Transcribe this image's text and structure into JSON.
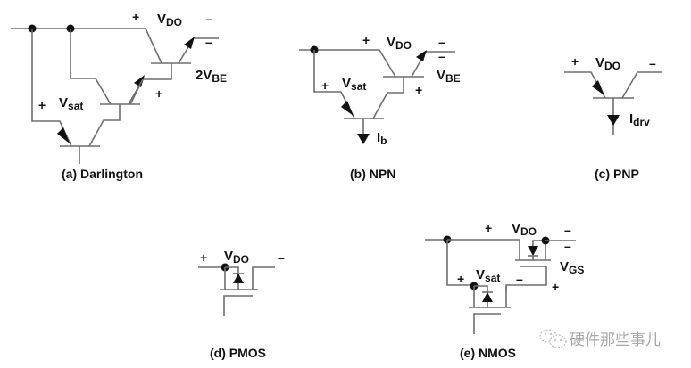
{
  "figure": {
    "panels": [
      {
        "id": "a",
        "caption": "(a) Darlington",
        "labels": {
          "vdo_main": "V",
          "vdo_sub": "DO",
          "vsat_main": "V",
          "vsat_sub": "sat",
          "vbe_prefix": "2V",
          "vbe_sub": "BE",
          "plus": "+",
          "minus": "–"
        }
      },
      {
        "id": "b",
        "caption": "(b) NPN",
        "labels": {
          "vdo_main": "V",
          "vdo_sub": "DO",
          "vsat_main": "V",
          "vsat_sub": "sat",
          "vbe_main": "V",
          "vbe_sub": "BE",
          "ib_main": "I",
          "ib_sub": "b",
          "plus": "+",
          "minus": "–"
        }
      },
      {
        "id": "c",
        "caption": "(c) PNP",
        "labels": {
          "vdo_main": "V",
          "vdo_sub": "DO",
          "idrv_main": "I",
          "idrv_sub": "drv",
          "plus": "+",
          "minus": "–"
        }
      },
      {
        "id": "d",
        "caption": "(d) PMOS",
        "labels": {
          "vdo_main": "V",
          "vdo_sub": "DO",
          "plus": "+",
          "minus": "–"
        }
      },
      {
        "id": "e",
        "caption": "(e) NMOS",
        "labels": {
          "vdo_main": "V",
          "vdo_sub": "DO",
          "vsat_main": "V",
          "vsat_sub": "sat",
          "vgs_main": "V",
          "vgs_sub": "GS",
          "plus": "+",
          "minus": "–"
        }
      }
    ]
  },
  "watermark": {
    "icon": "wechat-icon",
    "text": "硬件那些事儿"
  }
}
